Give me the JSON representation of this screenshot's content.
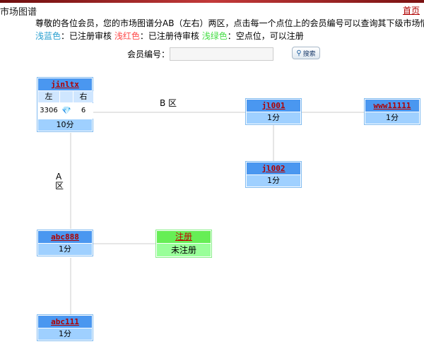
{
  "header": {
    "title": "市场图谱",
    "home_link": "首页"
  },
  "notice": "尊敬的各位会员，您的市场图谱分AB（左右）两区，点击每一个点位上的会员编号可以查询其下级市场情况",
  "legend": {
    "blue_label": "浅蓝色",
    "blue_text": "：已注册审核 ",
    "red_label": "浅红色",
    "red_text": "：已注册待审核 ",
    "green_label": "浅绿色",
    "green_text": "：空点位，可以注册"
  },
  "search": {
    "label": "会员编号：",
    "value": "",
    "button_label": "搜索"
  },
  "zones": {
    "b": "B 区",
    "a_top": "A",
    "a_bottom": "区"
  },
  "tree": {
    "root": {
      "name": "jinltx",
      "left_header": "左",
      "right_header": "右",
      "left_value": "3306",
      "right_value": "6",
      "icon": "gem-icon",
      "score": "10分"
    },
    "nodes": [
      {
        "name": "jl001",
        "score": "1分"
      },
      {
        "name": "www11111",
        "score": "1分"
      },
      {
        "name": "jl002",
        "score": "1分"
      },
      {
        "name": "abc888",
        "score": "1分"
      },
      {
        "name": "abc111",
        "score": "1分"
      }
    ],
    "empty_slot": {
      "name": "注册",
      "score": "未注册"
    }
  },
  "colors": {
    "approved": "#4a97f0",
    "pending": "#ff4a4a",
    "empty": "#66ee55"
  }
}
